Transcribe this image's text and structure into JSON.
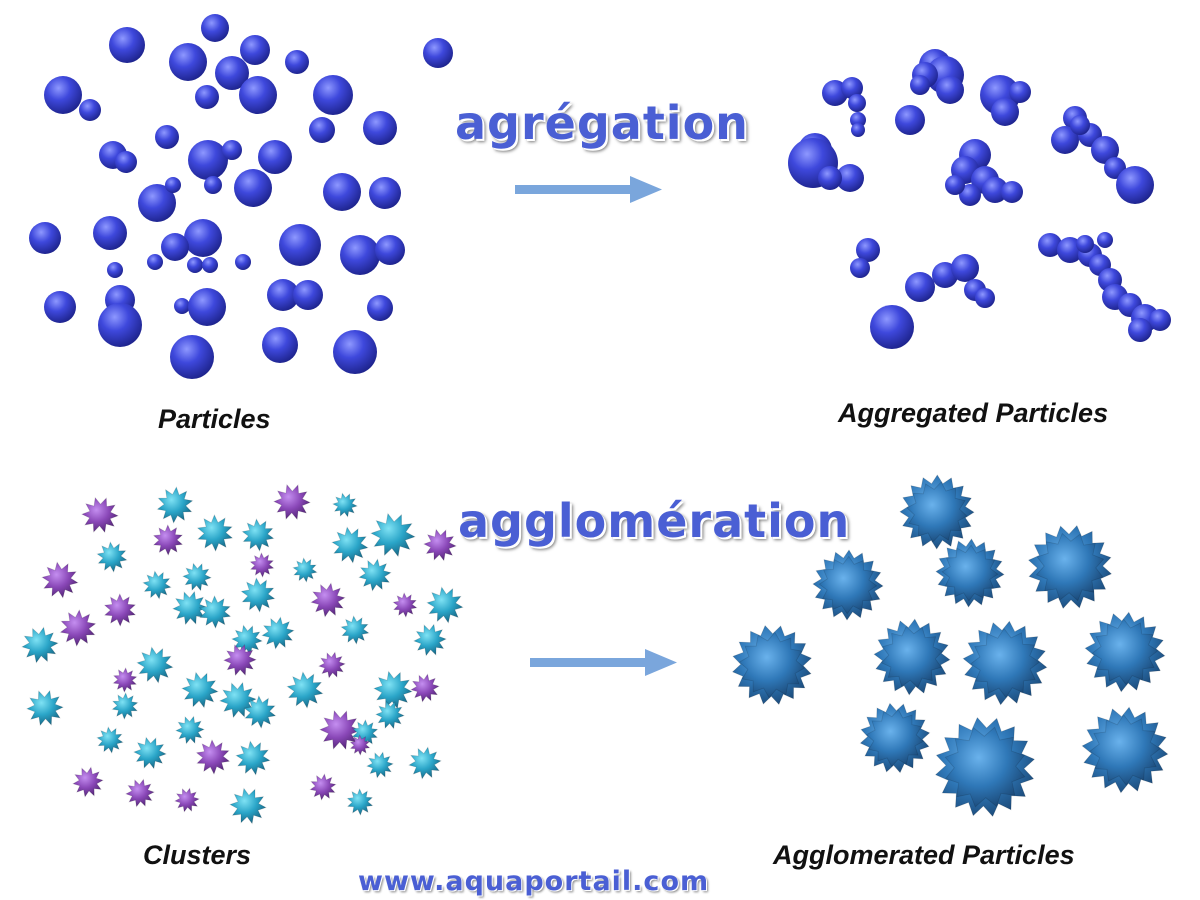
{
  "top": {
    "process_label": "agrégation",
    "left_label": "Particles",
    "right_label": "Aggregated Particles"
  },
  "bottom": {
    "process_label": "agglomération",
    "left_label": "Clusters",
    "right_label": "Agglomerated Particles"
  },
  "watermark": "www.aquaportail.com",
  "colors": {
    "particle": "#3b46d6",
    "cluster_cyan": "#2aa5c8",
    "cluster_purple": "#8a48b8",
    "agglomerate": "#2f78b8",
    "arrow": "#7aa6dc",
    "title": "#4a5fd4"
  }
}
